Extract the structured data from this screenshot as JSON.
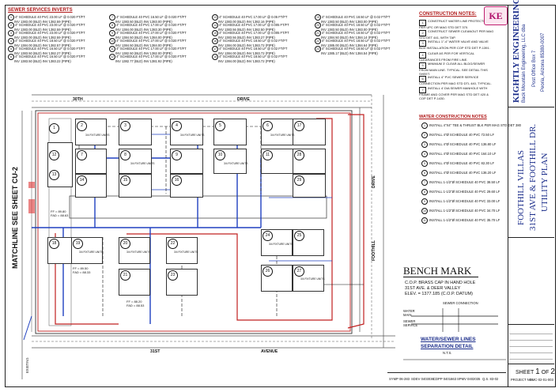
{
  "sewer_inverts": {
    "title": "SEWER SERVICES INVERTS",
    "col1": [
      {
        "n": "1",
        "l1": "4\" SCHEDULE 40 PVC 23.00 LF @ 0.020 FT/FT",
        "l2": "INV 1383.00 (BLD) INV 1382.59 (PIPE)"
      },
      {
        "n": "2",
        "l1": "4\" SCHEDULE 40 PVC 23.00 LF @ 0.020 FT/FT",
        "l2": "INV 1383.00 (BLD) INV 1382.59 (PIPE)"
      },
      {
        "n": "3",
        "l1": "4\" SCHEDULE 40 PVC 23.00 LF @ 0.020 FT/FT",
        "l2": "INV 1383.00 (BLD) INV 1382.59 (PIPE)"
      },
      {
        "n": "4",
        "l1": "4\" SCHEDULE 40 PVC 18.50 LF @ 0.020 FT/FT",
        "l2": "INV 1384.00 (BLD) INV 1382.57 (PIPE)"
      },
      {
        "n": "5",
        "l1": "4\" SCHEDULE 40 PVC 16.50 LF @ 0.020 FT/FT",
        "l2": "INV 1383.50 (BLD) INV 1382.27 (PIPE)"
      },
      {
        "n": "6",
        "l1": "4\" SCHEDULE 40 PVC 16.50 LF @ 0.020 FT/FT",
        "l2": "INV 1383.50 (BLD) INV 1383.22 (PIPE)"
      }
    ],
    "col2": [
      {
        "n": "7",
        "l1": "4\" SCHEDULE 40 PVC 16.50 LF @ 0.020 FT/FT",
        "l2": "INV 1383.50 (BLD) INV 1383.00 (PIPE)"
      },
      {
        "n": "8",
        "l1": "4\" SCHEDULE 40 PVC 17.00 LF @ 0.020 FT/FT",
        "l2": "INV 1384.00 (BLD) INV 1383.30 (PIPE)"
      },
      {
        "n": "9",
        "l1": "4\" SCHEDULE 40 PVC 27.00 LF @ 0.020 FT/FT",
        "l2": "INV 1384.50 (BLD) INV 1384.00 (PIPE)"
      },
      {
        "n": "10",
        "l1": "4\" SCHEDULE 40 PVC 27.00 LF @ 0.020 FT/FT",
        "l2": "INV 1384.50 (BLD) INV 1384.00 (PIPE)"
      },
      {
        "n": "11",
        "l1": "4\" SCHEDULE 40 PVC 17.00 LF @ 0.020 FT/FT",
        "l2": "INV 1382.50 (BLD) INV 1382.00 (PIPE)"
      },
      {
        "n": "12",
        "l1": "4\" SCHEDULE 40 PVC 17.00 LF @ 0.020 FT/FT",
        "l2": "INV 1382.77 (BLD) INV 1381.92 (PIPE)"
      }
    ],
    "col3": [
      {
        "n": "13",
        "l1": "4\" SCHEDULE 40 PVC 17.00 LF @ 0.05 FT/FT",
        "l2": "INV 1383.00 (BLD) INV 1382.16 (PIPE)"
      },
      {
        "n": "14",
        "l1": "4\" SCHEDULE 40 PVC 17.00 LF @ 0.005 FT/FT",
        "l2": "INV 1383.56 (BLD) INV 1382.50 (PIPE)"
      },
      {
        "n": "15",
        "l1": "4\" SCHEDULE 40 PVC 17.00 LF @ 0.005 FT/FT",
        "l2": "INV 1383.56 (BLD) INV 1383.27 (PIPE)"
      },
      {
        "n": "16",
        "l1": "4\" SCHEDULE 40 PVC 18.50 LF @ 0.02 FT/FT",
        "l2": "INV 1384.00 (BLD) INV 1383.72 (PIPE)"
      },
      {
        "n": "17",
        "l1": "4\" SCHEDULE 40 PVC 18.50 LF @ 0.02 FT/FT",
        "l2": "INV 1384.00 (BLD) INV 1383.72 (PIPE)"
      },
      {
        "n": "18",
        "l1": "4\" SCHEDULE 40 PVC 18.50 LF @ 0.02 FT/FT",
        "l2": "INV 1384.00 (BLD) INV 1383.72 (PIPE)"
      }
    ],
    "col4": [
      {
        "n": "19",
        "l1": "4\" SCHEDULE 40 PVC 18.50 LF @ 0.02 FT/FT",
        "l2": "INV 1383.50 (BLD) INV 1383.00 (PIPE)"
      },
      {
        "n": "20",
        "l1": "4\" SCHEDULE 40 PVC 18.50 LF @ 0.02 FT/FT",
        "l2": "INV 1383.50 (BLD) INV 1383.00 (PIPE)"
      },
      {
        "n": "21",
        "l1": "4\" SCHEDULE 40 PVC 18.50 LF @ 0.02 FT/FT",
        "l2": "INV 1384.50 (BLD) INV 1384.14 (PIPE)"
      },
      {
        "n": "22",
        "l1": "4\" SCHEDULE 40 PVC 18.50 LF @ 0.02 FT/FT",
        "l2": "INV 1385.00 (BLD) INV 1384.64 (PIPE)"
      },
      {
        "n": "23",
        "l1": "4\" SCHEDULE 40 PVC 18.50 LF @ 0.02 FT/FT",
        "l2": "INV 1385.17 (BLD) INV 1384.54 (PIPE)"
      }
    ]
  },
  "construction_notes": {
    "title": "CONSTRUCTION NOTES:",
    "items": [
      {
        "n": "1",
        "t": "CONSTRUCT WATER LINE PROTECTION PER UPC OR MAG STD DET 370."
      },
      {
        "n": "2",
        "t": "CONSTRUCT SEWER CLEANOUT PER MAG STD DET 441, WITH TAP."
      },
      {
        "n": "3",
        "t": "INSTALL 1\"-4\" WATER VALVE AND VALVE BOX INSTALLATION PER COP STD DET P-1391."
      },
      {
        "n": "4",
        "t": "CLEAR AS PER FOR VERTICAL CLEARANCES FROM FIRE LINE."
      },
      {
        "n": "5",
        "t": "MINIMUM 3' CLEAR ALL BLDG/SEWER FROM MAIN LINE. TYPICAL. SEE DETAIL THIS SHEET."
      },
      {
        "n": "6",
        "t": "INSTALL 4\" PVC SEWER SERVICE CONNECTION PER MAG STD DTL 440, TYPICAL."
      },
      {
        "n": "7",
        "t": "INSTALL 4' DIA SEWER MANHOLE WITH FRAME AND COVER PER MAG STD DET 420 & COP DET P-1430."
      }
    ]
  },
  "water_notes": {
    "title": "WATER CONSTRUCTION NOTES",
    "items": [
      {
        "n": "1",
        "t": "INSTALL 4\"X4\" TEE & THRUST BLK PER MAG STD DET 380"
      },
      {
        "n": "2",
        "t": "INSTALL 4\"Ø SCHEDULE 40 PVC 72.50 LF"
      },
      {
        "n": "3",
        "t": "INSTALL 4\"Ø SCHEDULE 40 PVC 136.80 LF"
      },
      {
        "n": "4",
        "t": "INSTALL 4\"Ø SCHEDULE 40 PVC 164.10 LF"
      },
      {
        "n": "5",
        "t": "INSTALL 4\"Ø SCHEDULE 40 PVC 82.30 LF"
      },
      {
        "n": "6",
        "t": "INSTALL 4\"Ø SCHEDULE 40 PVC 136.20 LF"
      },
      {
        "n": "7",
        "t": "INSTALL 1-1/2\"Ø SCHEDULE 40 PVC 38.50 LF"
      },
      {
        "n": "8",
        "t": "INSTALL 1-1/2\"Ø SCHEDULE 40 PVC 29.60 LF"
      },
      {
        "n": "9",
        "t": "INSTALL 1-1/2\"Ø SCHEDULE 40 PVC 33.00 LF"
      },
      {
        "n": "10",
        "t": "INSTALL 1-1/2\"Ø SCHEDULE 40 PVC 34.70 LF"
      },
      {
        "n": "11",
        "t": "INSTALL 1-1/2\"Ø SCHEDULE 40 PVC 35.70 LF"
      }
    ]
  },
  "bench_mark": {
    "title": "BENCH MARK",
    "l1": "C.O.P. BRASS CAP IN HAND HOLE",
    "l2": "31ST AVE. & DEER VALLEY",
    "l3": "ELEV. = 1377.185 (C.O.P. DATUM)"
  },
  "sep_detail": {
    "title": "WATER/SEWER LINES",
    "title2": "SEPARATION DETAIL",
    "nts": "N.T.S.",
    "lbl_sewer_conn": "SEWER CONNECTION",
    "lbl_water": "WATER",
    "lbl_main": "MAIN",
    "lbl_sewer": "SEWER",
    "lbl_service": "SERVICE"
  },
  "title_block": {
    "firm": "KIGHTLY ENGINEERING",
    "firm2": "Back Mountain Engineering, LLC dba",
    "addr1": "Post Office Box 7",
    "addr2": "Peoria, Arizona 85380-0007",
    "project": "FOOTHILL VILLAS",
    "location": "31ST AVE & FOOTHILL DR.",
    "sheet_name": "UTILITY PLAN",
    "sheet_label": "SHEET",
    "sheet_num": "1",
    "sheet_of": "OF",
    "sheet_total": "2",
    "project_no_label": "PROJECT NO.",
    "project_no": "BMC-02-01-003"
  },
  "plan": {
    "street_top_left": "30TH",
    "street_top_right": "DRIVE",
    "street_bottom_left": "31ST",
    "street_bottom_right": "AVENUE",
    "road_right": "DRIVE",
    "foothill": "FOOTHILL",
    "matchline": "MATCHLINE  SEE SHEET CU-2",
    "existing": "EXISTING",
    "ff1": "FF = 89.80",
    "fad1": "FAD = 88.63",
    "ff2": "FF = 89.50",
    "fad2": "FAD = 88.33",
    "ff3": "FF = 88.20",
    "fad3": "FAD = 88.53",
    "fixture": "3/4 FIXTURE UNITS"
  },
  "footer": {
    "f1": "SYMP 06-283",
    "f2": "SDEV 0403036",
    "f3": "CDPP 0401663",
    "f4": "SPMV 0402035",
    "f5": "Q.S. 83-02"
  },
  "stamp_text": "KE"
}
